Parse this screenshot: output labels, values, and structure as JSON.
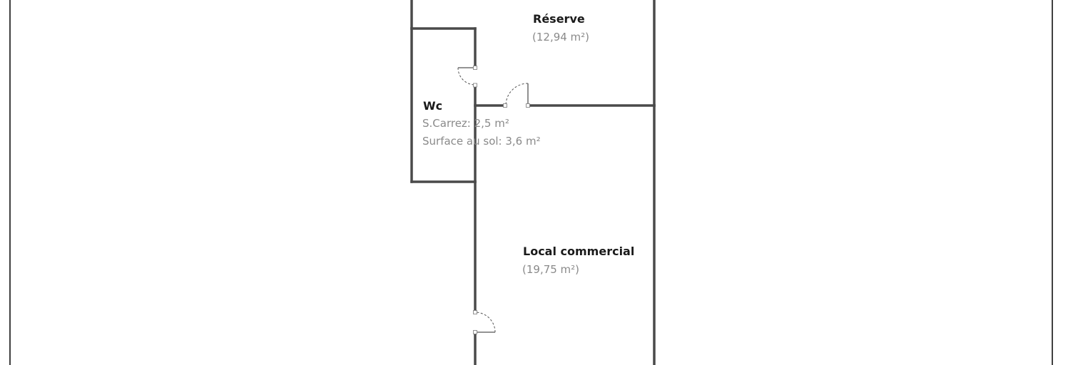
{
  "rooms": {
    "reserve": {
      "name": "Réserve",
      "area": "(12,94 m²)"
    },
    "wc": {
      "name": "Wc",
      "carrez": "S.Carrez: 2,5 m²",
      "surface_sol": "Surface au sol: 3,6 m²"
    },
    "local_commercial": {
      "name": "Local commercial",
      "area": "(19,75 m²)"
    }
  },
  "colors": {
    "wall": "#4a4a4a",
    "label": "#1a1a1a",
    "area_text": "#8a8a8a",
    "frame": "#404040"
  }
}
